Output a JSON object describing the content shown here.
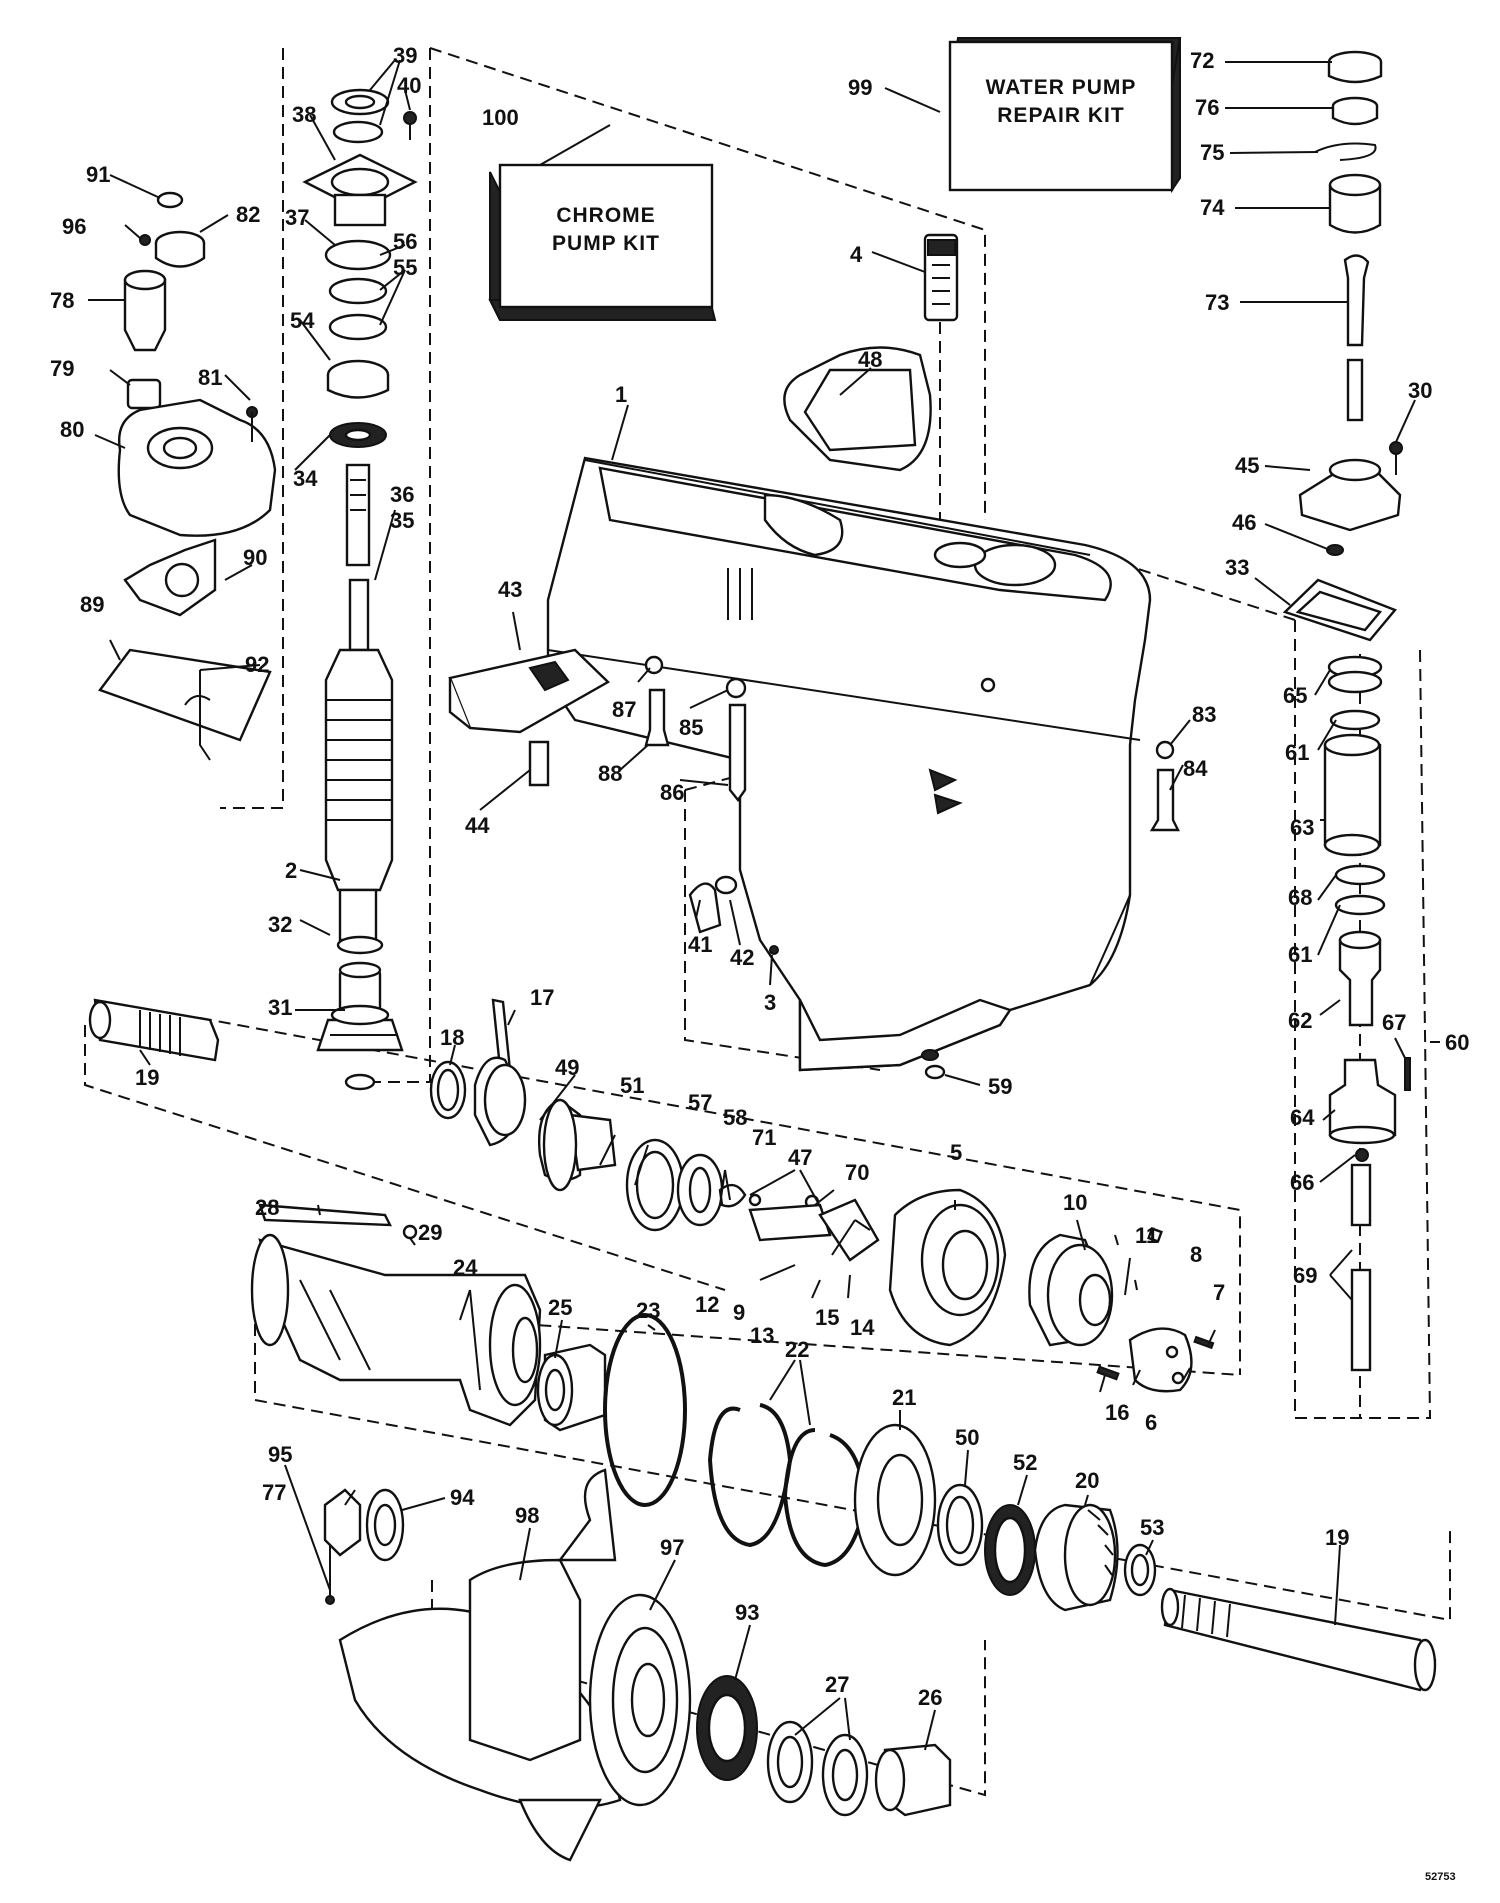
{
  "kits": {
    "water_pump": {
      "line1": "WATER PUMP",
      "line2": "REPAIR KIT"
    },
    "chrome_pump": {
      "line1": "CHROME",
      "line2": "PUMP KIT"
    }
  },
  "drawing_code": "52753",
  "callouts": [
    {
      "id": "c1",
      "text": "1"
    },
    {
      "id": "c2",
      "text": "2"
    },
    {
      "id": "c3",
      "text": "3"
    },
    {
      "id": "c4",
      "text": "4"
    },
    {
      "id": "c5",
      "text": "5"
    },
    {
      "id": "c6",
      "text": "6"
    },
    {
      "id": "c7",
      "text": "7"
    },
    {
      "id": "c8",
      "text": "8"
    },
    {
      "id": "c9",
      "text": "9"
    },
    {
      "id": "c10",
      "text": "10"
    },
    {
      "id": "c11",
      "text": "11"
    },
    {
      "id": "c12",
      "text": "12"
    },
    {
      "id": "c13",
      "text": "13"
    },
    {
      "id": "c14",
      "text": "14"
    },
    {
      "id": "c15",
      "text": "15"
    },
    {
      "id": "c16",
      "text": "16"
    },
    {
      "id": "c17",
      "text": "17"
    },
    {
      "id": "c18",
      "text": "18"
    },
    {
      "id": "c19a",
      "text": "19"
    },
    {
      "id": "c19b",
      "text": "19"
    },
    {
      "id": "c20",
      "text": "20"
    },
    {
      "id": "c21",
      "text": "21"
    },
    {
      "id": "c22",
      "text": "22"
    },
    {
      "id": "c23",
      "text": "23"
    },
    {
      "id": "c24",
      "text": "24"
    },
    {
      "id": "c25",
      "text": "25"
    },
    {
      "id": "c26",
      "text": "26"
    },
    {
      "id": "c27",
      "text": "27"
    },
    {
      "id": "c28",
      "text": "28"
    },
    {
      "id": "c29",
      "text": "29"
    },
    {
      "id": "c30",
      "text": "30"
    },
    {
      "id": "c31",
      "text": "31"
    },
    {
      "id": "c32",
      "text": "32"
    },
    {
      "id": "c33",
      "text": "33"
    },
    {
      "id": "c34",
      "text": "34"
    },
    {
      "id": "c35",
      "text": "35"
    },
    {
      "id": "c36",
      "text": "36"
    },
    {
      "id": "c37",
      "text": "37"
    },
    {
      "id": "c38",
      "text": "38"
    },
    {
      "id": "c39",
      "text": "39"
    },
    {
      "id": "c40",
      "text": "40"
    },
    {
      "id": "c41",
      "text": "41"
    },
    {
      "id": "c42",
      "text": "42"
    },
    {
      "id": "c43",
      "text": "43"
    },
    {
      "id": "c44",
      "text": "44"
    },
    {
      "id": "c45",
      "text": "45"
    },
    {
      "id": "c46",
      "text": "46"
    },
    {
      "id": "c47",
      "text": "47"
    },
    {
      "id": "c48",
      "text": "48"
    },
    {
      "id": "c49",
      "text": "49"
    },
    {
      "id": "c50",
      "text": "50"
    },
    {
      "id": "c51",
      "text": "51"
    },
    {
      "id": "c52",
      "text": "52"
    },
    {
      "id": "c53",
      "text": "53"
    },
    {
      "id": "c54",
      "text": "54"
    },
    {
      "id": "c55",
      "text": "55"
    },
    {
      "id": "c56",
      "text": "56"
    },
    {
      "id": "c57",
      "text": "57"
    },
    {
      "id": "c58",
      "text": "58"
    },
    {
      "id": "c59",
      "text": "59"
    },
    {
      "id": "c60",
      "text": "60"
    },
    {
      "id": "c61a",
      "text": "61"
    },
    {
      "id": "c61b",
      "text": "61"
    },
    {
      "id": "c62",
      "text": "62"
    },
    {
      "id": "c63",
      "text": "63"
    },
    {
      "id": "c64",
      "text": "64"
    },
    {
      "id": "c65",
      "text": "65"
    },
    {
      "id": "c66",
      "text": "66"
    },
    {
      "id": "c67",
      "text": "67"
    },
    {
      "id": "c68",
      "text": "68"
    },
    {
      "id": "c69",
      "text": "69"
    },
    {
      "id": "c70",
      "text": "70"
    },
    {
      "id": "c71",
      "text": "71"
    },
    {
      "id": "c72",
      "text": "72"
    },
    {
      "id": "c73",
      "text": "73"
    },
    {
      "id": "c74",
      "text": "74"
    },
    {
      "id": "c75",
      "text": "75"
    },
    {
      "id": "c76",
      "text": "76"
    },
    {
      "id": "c77",
      "text": "77"
    },
    {
      "id": "c78",
      "text": "78"
    },
    {
      "id": "c79",
      "text": "79"
    },
    {
      "id": "c80",
      "text": "80"
    },
    {
      "id": "c81",
      "text": "81"
    },
    {
      "id": "c82",
      "text": "82"
    },
    {
      "id": "c83",
      "text": "83"
    },
    {
      "id": "c84",
      "text": "84"
    },
    {
      "id": "c85",
      "text": "85"
    },
    {
      "id": "c86",
      "text": "86"
    },
    {
      "id": "c87",
      "text": "87"
    },
    {
      "id": "c88",
      "text": "88"
    },
    {
      "id": "c89",
      "text": "89"
    },
    {
      "id": "c90",
      "text": "90"
    },
    {
      "id": "c91",
      "text": "91"
    },
    {
      "id": "c92",
      "text": "92"
    },
    {
      "id": "c93",
      "text": "93"
    },
    {
      "id": "c94",
      "text": "94"
    },
    {
      "id": "c95",
      "text": "95"
    },
    {
      "id": "c96",
      "text": "96"
    },
    {
      "id": "c97",
      "text": "97"
    },
    {
      "id": "c98",
      "text": "98"
    },
    {
      "id": "c99",
      "text": "99"
    },
    {
      "id": "c100",
      "text": "100"
    }
  ]
}
